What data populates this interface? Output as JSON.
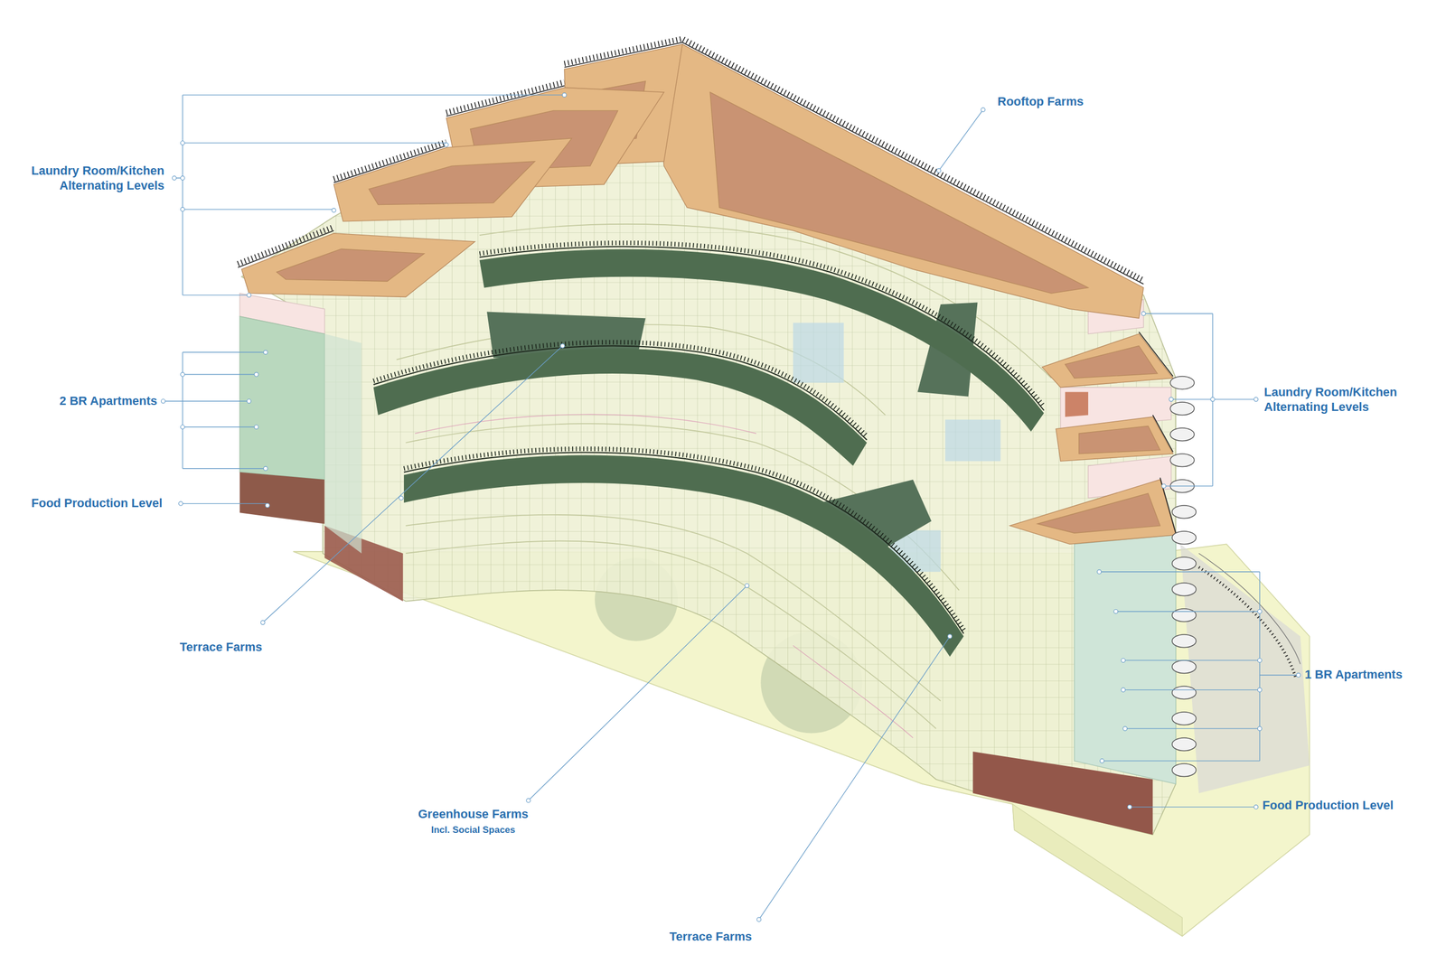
{
  "diagram": {
    "labels": [
      "Laundry Room/Kitchen Alternating Levels",
      "Rooftop Farms",
      "2 BR Apartments",
      "Food Production Level",
      "Terrace Farms",
      "Greenhouse Farms",
      "Incl. Social Spaces",
      "Terrace Farms",
      "Laundry Room/Kitchen Alternating Levels",
      "1 BR Apartments",
      "Food Production Level"
    ]
  }
}
